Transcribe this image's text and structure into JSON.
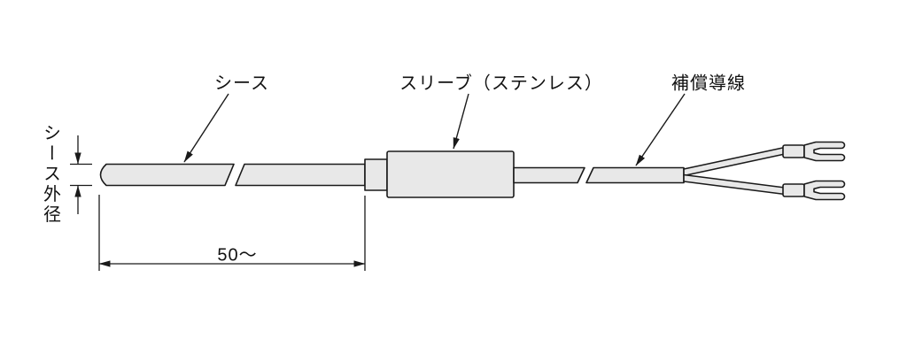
{
  "diagram": {
    "labels": {
      "sheath": "シース",
      "sleeve": "スリーブ（ステンレス）",
      "compensation_lead": "補償導線",
      "sheath_outer_diameter": "シース外径",
      "length_dimension": "50～"
    },
    "colors": {
      "line": "#1a1a1a",
      "fill": "#e8e8e8",
      "background": "#ffffff"
    }
  }
}
